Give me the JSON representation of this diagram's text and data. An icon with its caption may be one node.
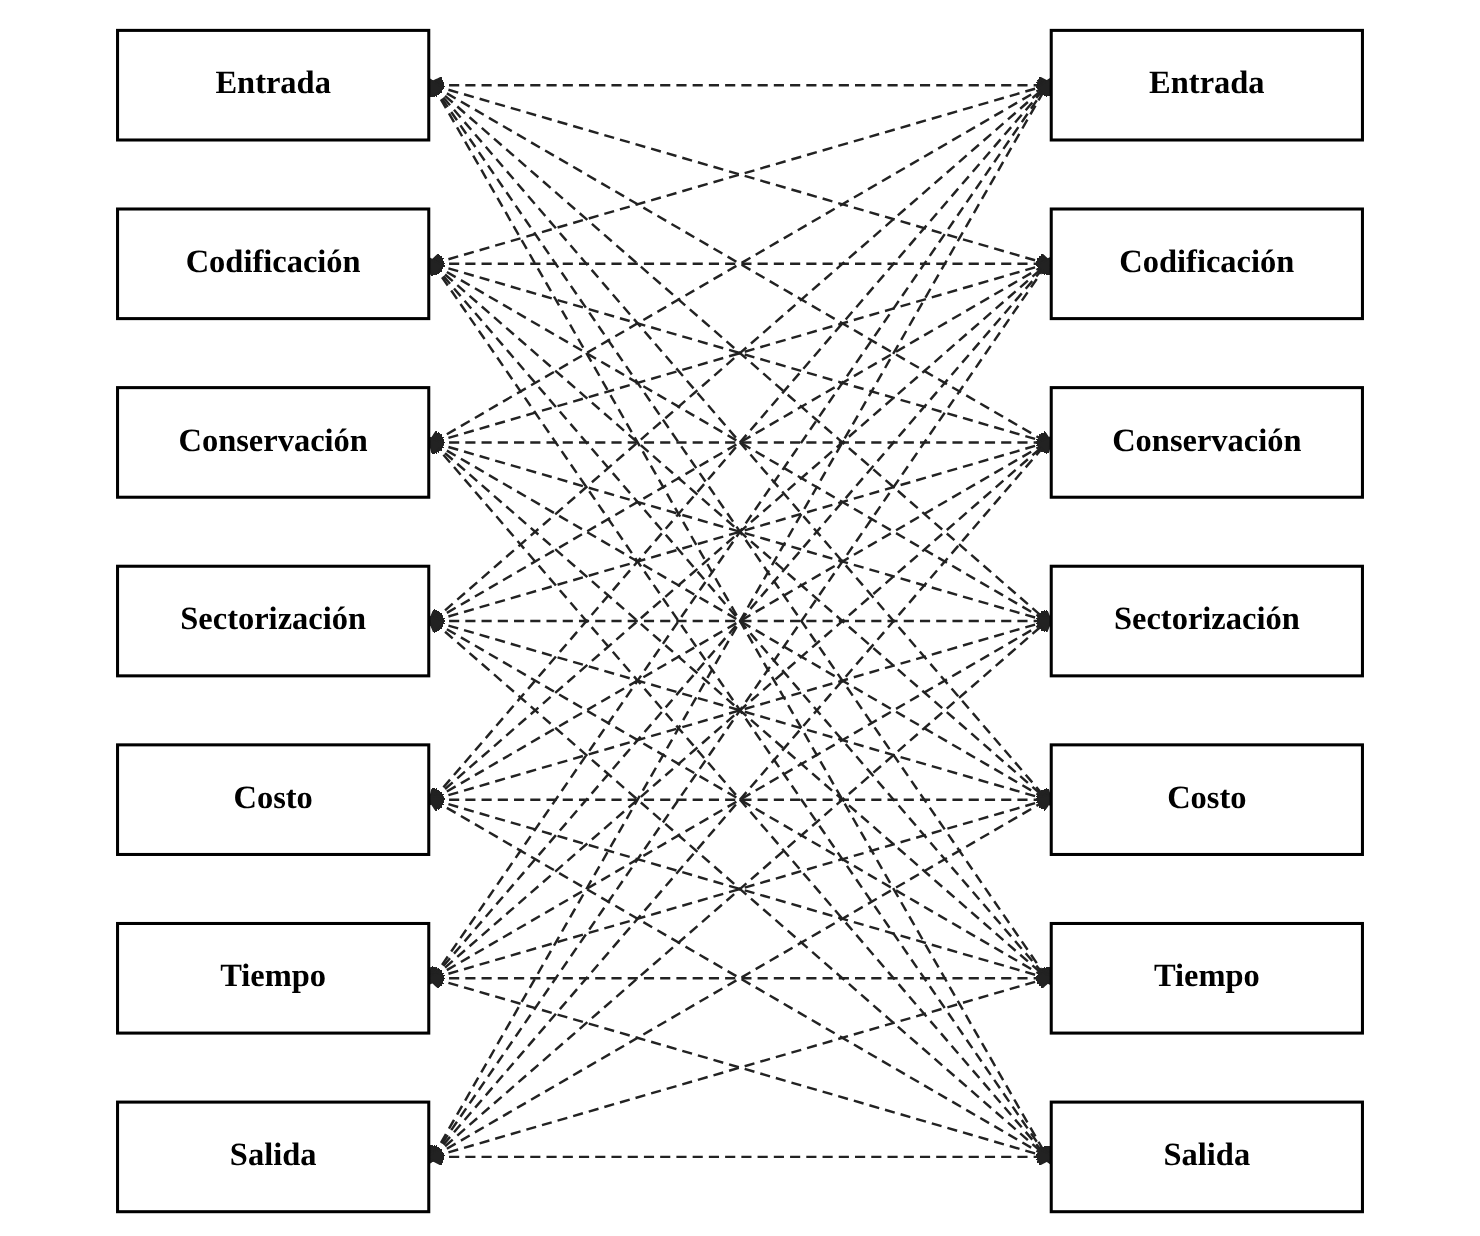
{
  "diagram": {
    "nodes": [
      {
        "text": [
          "Entrada"
        ]
      },
      {
        "text": [
          "Codificación"
        ]
      },
      {
        "text": [
          "Conservación"
        ]
      },
      {
        "text": [
          "Sectorización"
        ]
      },
      {
        "text": [
          "Costo"
        ]
      },
      {
        "text": [
          "Tiempo"
        ]
      },
      {
        "text": [
          "Salida"
        ]
      },
      {
        "text": [
          "Entrada"
        ]
      },
      {
        "text": [
          "Codificación"
        ]
      },
      {
        "text": [
          "Conservación"
        ]
      },
      {
        "text": [
          "Sectorización"
        ]
      },
      {
        "text": [
          "Costo"
        ]
      },
      {
        "text": [
          "Tiempo"
        ]
      },
      {
        "text": [
          "Salida"
        ]
      }
    ],
    "edges": [
      {
        "from": 0,
        "to": 7,
        "arrow": "both",
        "style": "dashed"
      },
      {
        "from": 0,
        "to": 8,
        "arrow": "both",
        "style": "dashed"
      },
      {
        "from": 0,
        "to": 9,
        "arrow": "both",
        "style": "dashed"
      },
      {
        "from": 0,
        "to": 10,
        "arrow": "both",
        "style": "dashed"
      },
      {
        "from": 0,
        "to": 11,
        "arrow": "both",
        "style": "dashed"
      },
      {
        "from": 0,
        "to": 12,
        "arrow": "both",
        "style": "dashed"
      },
      {
        "from": 0,
        "to": 13,
        "arrow": "both",
        "style": "dashed"
      },
      {
        "from": 1,
        "to": 7,
        "arrow": "both",
        "style": "dashed"
      },
      {
        "from": 1,
        "to": 8,
        "arrow": "both",
        "style": "dashed"
      },
      {
        "from": 1,
        "to": 9,
        "arrow": "both",
        "style": "dashed"
      },
      {
        "from": 1,
        "to": 10,
        "arrow": "both",
        "style": "dashed"
      },
      {
        "from": 1,
        "to": 11,
        "arrow": "both",
        "style": "dashed"
      },
      {
        "from": 1,
        "to": 12,
        "arrow": "both",
        "style": "dashed"
      },
      {
        "from": 1,
        "to": 13,
        "arrow": "both",
        "style": "dashed"
      },
      {
        "from": 2,
        "to": 7,
        "arrow": "both",
        "style": "dashed"
      },
      {
        "from": 2,
        "to": 8,
        "arrow": "both",
        "style": "dashed"
      },
      {
        "from": 2,
        "to": 9,
        "arrow": "both",
        "style": "dashed"
      },
      {
        "from": 2,
        "to": 10,
        "arrow": "both",
        "style": "dashed"
      },
      {
        "from": 2,
        "to": 11,
        "arrow": "both",
        "style": "dashed"
      },
      {
        "from": 2,
        "to": 12,
        "arrow": "both",
        "style": "dashed"
      },
      {
        "from": 2,
        "to": 13,
        "arrow": "both",
        "style": "dashed"
      },
      {
        "from": 3,
        "to": 7,
        "arrow": "both",
        "style": "dashed"
      },
      {
        "from": 3,
        "to": 8,
        "arrow": "both",
        "style": "dashed"
      },
      {
        "from": 3,
        "to": 9,
        "arrow": "both",
        "style": "dashed"
      },
      {
        "from": 3,
        "to": 10,
        "arrow": "both",
        "style": "dashed"
      },
      {
        "from": 3,
        "to": 11,
        "arrow": "both",
        "style": "dashed"
      },
      {
        "from": 3,
        "to": 12,
        "arrow": "both",
        "style": "dashed"
      },
      {
        "from": 3,
        "to": 13,
        "arrow": "both",
        "style": "dashed"
      },
      {
        "from": 4,
        "to": 7,
        "arrow": "both",
        "style": "dashed"
      },
      {
        "from": 4,
        "to": 8,
        "arrow": "both",
        "style": "dashed"
      },
      {
        "from": 4,
        "to": 9,
        "arrow": "both",
        "style": "dashed"
      },
      {
        "from": 4,
        "to": 10,
        "arrow": "both",
        "style": "dashed"
      },
      {
        "from": 4,
        "to": 11,
        "arrow": "both",
        "style": "dashed"
      },
      {
        "from": 4,
        "to": 12,
        "arrow": "both",
        "style": "dashed"
      },
      {
        "from": 4,
        "to": 13,
        "arrow": "both",
        "style": "dashed"
      },
      {
        "from": 5,
        "to": 7,
        "arrow": "both",
        "style": "dashed"
      },
      {
        "from": 5,
        "to": 8,
        "arrow": "both",
        "style": "dashed"
      },
      {
        "from": 5,
        "to": 9,
        "arrow": "both",
        "style": "dashed"
      },
      {
        "from": 5,
        "to": 10,
        "arrow": "both",
        "style": "dashed"
      },
      {
        "from": 5,
        "to": 11,
        "arrow": "both",
        "style": "dashed"
      },
      {
        "from": 5,
        "to": 12,
        "arrow": "both",
        "style": "dashed"
      },
      {
        "from": 5,
        "to": 13,
        "arrow": "both",
        "style": "dashed"
      },
      {
        "from": 6,
        "to": 7,
        "arrow": "both",
        "style": "dashed"
      },
      {
        "from": 6,
        "to": 8,
        "arrow": "both",
        "style": "dashed"
      },
      {
        "from": 6,
        "to": 9,
        "arrow": "both",
        "style": "dashed"
      },
      {
        "from": 6,
        "to": 10,
        "arrow": "both",
        "style": "dashed"
      },
      {
        "from": 6,
        "to": 11,
        "arrow": "both",
        "style": "dashed"
      },
      {
        "from": 6,
        "to": 12,
        "arrow": "both",
        "style": "dashed"
      },
      {
        "from": 6,
        "to": 13,
        "arrow": "both",
        "style": "dashed"
      }
    ]
  }
}
